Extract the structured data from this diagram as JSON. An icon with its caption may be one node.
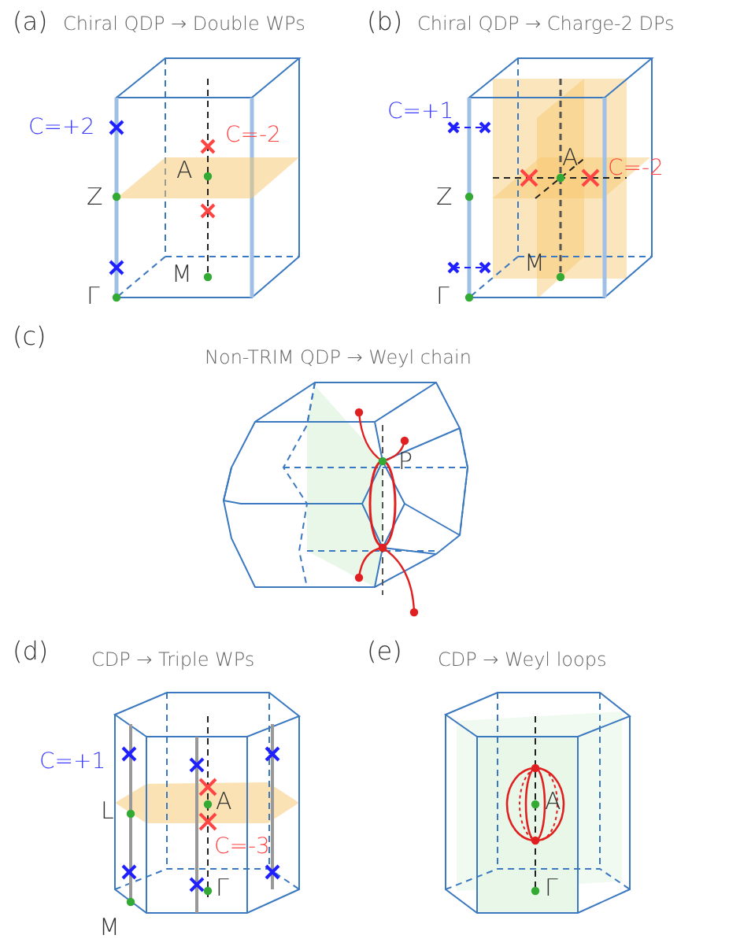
{
  "diagram": {
    "labels": [
      "(a)",
      "Chiral QDP → Double WPs",
      "C=+2",
      "C=-2",
      "A",
      "Z",
      "M",
      "Γ",
      "(b)",
      "Chiral QDP → Charge-2 DPs",
      "C=+1",
      "A",
      "C=-2",
      "Z",
      "M",
      "Γ",
      "(c)",
      "Non-TRIM QDP → Weyl chain",
      "P",
      "(d)",
      "CDP → Triple WPs",
      "C=+1",
      "A",
      "L",
      "C=-3",
      "M",
      "Γ",
      "(e)",
      "CDP → Weyl loops",
      "A",
      "Γ"
    ]
  }
}
